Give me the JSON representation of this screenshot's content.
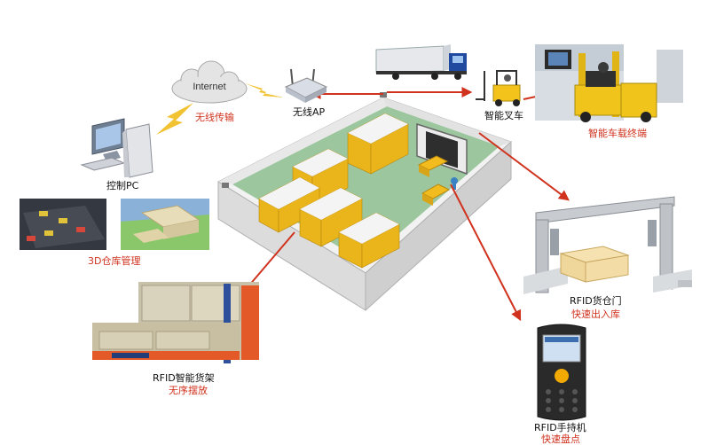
{
  "cloud": {
    "text": "Internet"
  },
  "labels": {
    "wireless_transfer": "无线传输",
    "wireless_ap": "无线AP",
    "forklift": "智能叉车",
    "vehicle_terminal": "智能车载终端",
    "control_pc": "控制PC",
    "warehouse_3d": "3D仓库管理",
    "rfid_gate": "RFID货仓门",
    "rfid_gate_sub": "快速出入库",
    "rfid_shelf": "RFID智能货架",
    "rfid_shelf_sub": "无序摆放",
    "rfid_handheld": "RFID手持机",
    "rfid_handheld_sub": "快速盘点"
  },
  "colors": {
    "arrow": "#d0321e",
    "lightning": "#f1c232",
    "floor": "#8fbf92",
    "wall": "#e6e6e6",
    "shelf": "#e9b51b"
  },
  "icons": [
    "cloud-icon",
    "lightning-icon",
    "router-icon",
    "truck-icon",
    "forklift-icon",
    "forklift-terminal-photo",
    "pc-icon",
    "warehouse-3d-photo",
    "rfid-gate-icon",
    "rfid-shelf-photo",
    "rfid-handheld-icon",
    "warehouse-model"
  ]
}
